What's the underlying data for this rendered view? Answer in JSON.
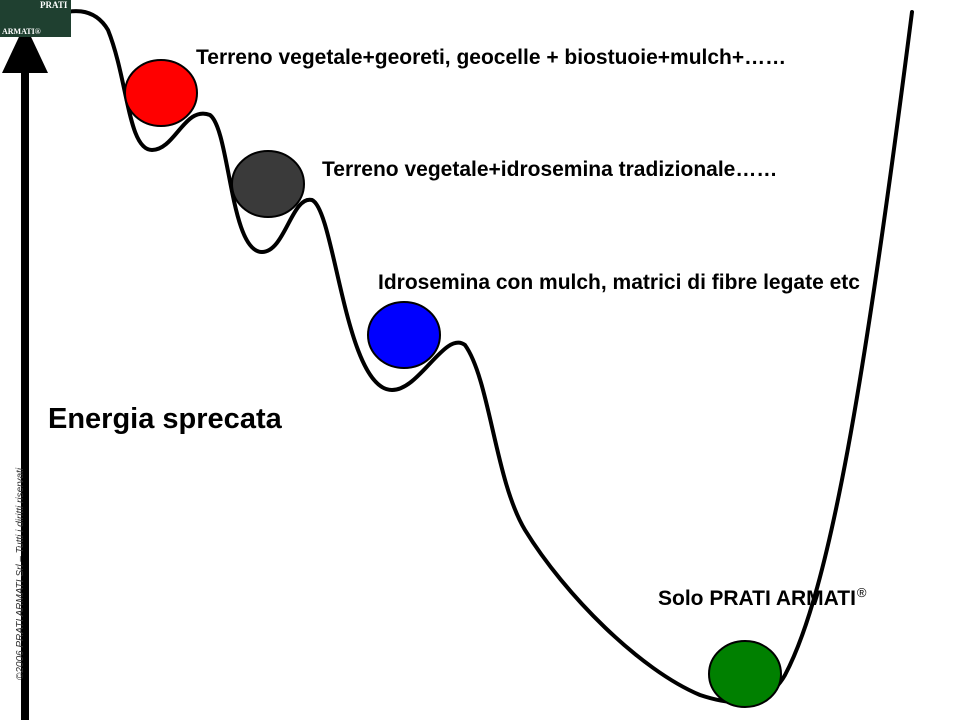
{
  "logo": {
    "top_text": "PRATI",
    "bottom_text": "ARMATI®"
  },
  "labels": [
    {
      "text": "Terreno vegetale+georeti, geocelle + biostuoie+mulch+……",
      "ball_color": "#ff0000"
    },
    {
      "text": "Terreno vegetale+idrosemina tradizionale……",
      "ball_color": "#3a3a3a"
    },
    {
      "text": "Idrosemina con mulch, matrici di fibre legate etc",
      "ball_color": "#0000ff"
    },
    {
      "text": "Solo  PRATI   ARMATI",
      "superscript": "®",
      "ball_color": "#008000"
    }
  ],
  "axis": {
    "label": "Energia sprecata"
  },
  "copyright": "©2006 PRATI ARMATI Srl – Tutti i diritti riservati"
}
